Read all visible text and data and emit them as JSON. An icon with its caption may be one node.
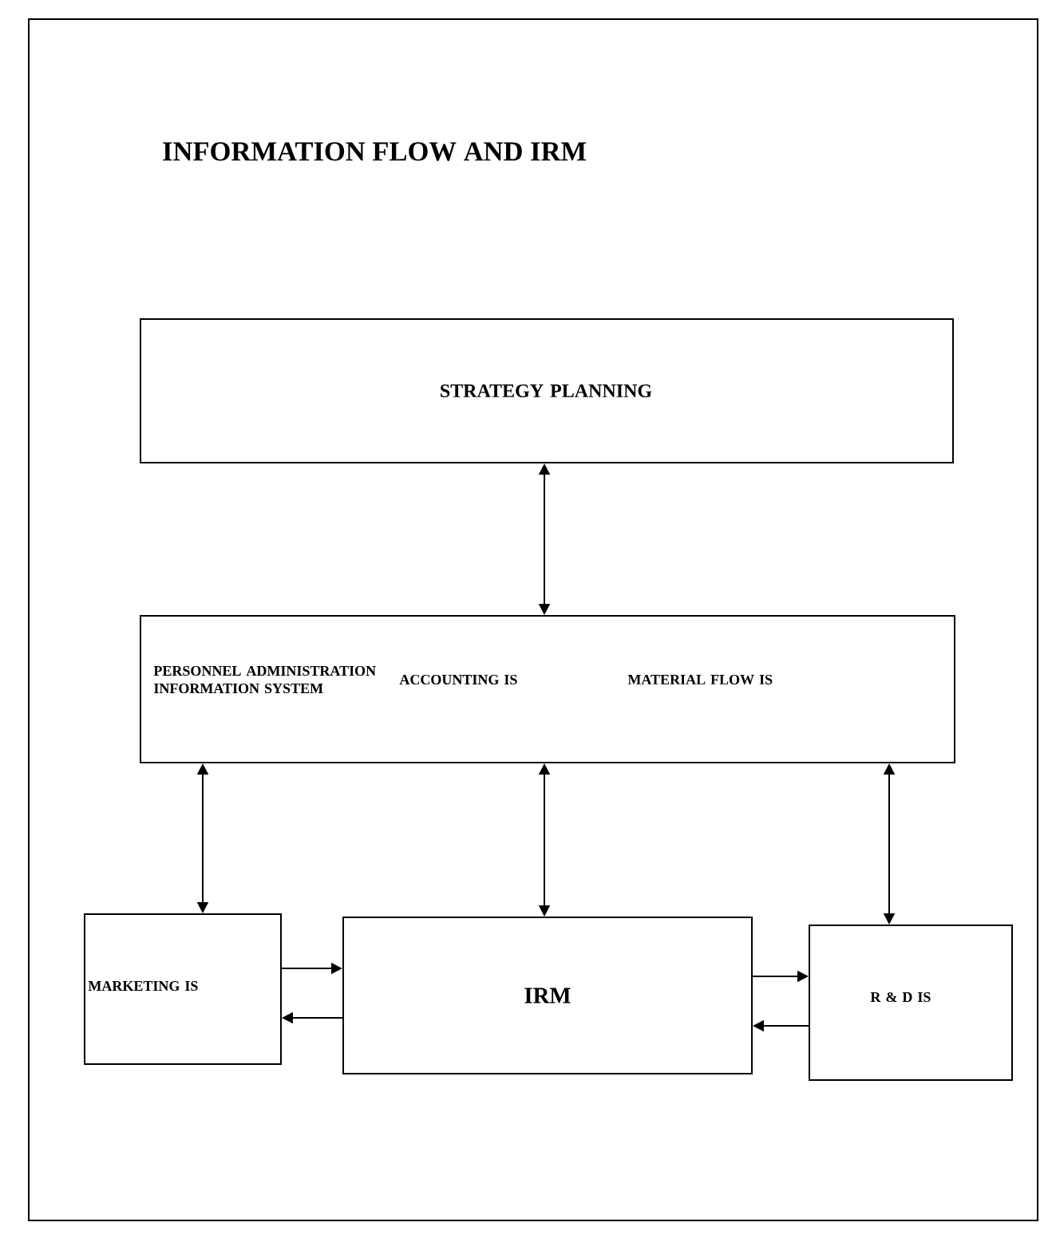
{
  "diagram": {
    "title": "INFORMATION FLOW AND IRM",
    "nodes": [
      {
        "text": [
          "STRATEGY PLANNING"
        ]
      },
      {
        "text": [
          "PERSONNEL ADMINISTRATION INFORMATION SYSTEM",
          "ACCOUNTING IS",
          "MATERIAL FLOW IS"
        ]
      },
      {
        "text": [
          "MARKETING IS"
        ]
      },
      {
        "text": [
          "IRM"
        ]
      },
      {
        "text": [
          "R & D IS"
        ]
      }
    ],
    "edges": [
      {
        "from": 0,
        "to": 1,
        "arrow": "both"
      },
      {
        "from": 1,
        "to": 2,
        "arrow": "both"
      },
      {
        "from": 1,
        "to": 3,
        "arrow": "both"
      },
      {
        "from": 1,
        "to": 4,
        "arrow": "both"
      },
      {
        "from": 2,
        "to": 3,
        "arrow": "to"
      },
      {
        "from": 3,
        "to": 2,
        "arrow": "to"
      },
      {
        "from": 3,
        "to": 4,
        "arrow": "to"
      },
      {
        "from": 4,
        "to": 3,
        "arrow": "to"
      }
    ]
  }
}
